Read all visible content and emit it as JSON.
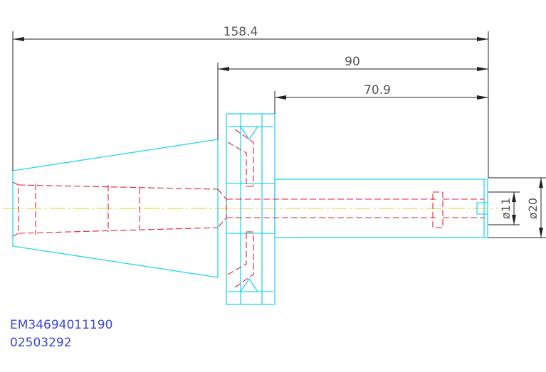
{
  "dimensions": {
    "overall_length": "158.4",
    "flange_to_end": "90",
    "shank_length": "70.9",
    "inner_diameter": "ø11",
    "outer_diameter": "ø20"
  },
  "part_codes": {
    "line1": "EM34694011190",
    "line2": "02503292"
  },
  "colors": {
    "outline": "#27d3f0",
    "hidden_lines": "#e3242b",
    "center_line": "#e8d21a",
    "dimension_lines": "#222222",
    "part_code_text": "#3a46d8"
  }
}
